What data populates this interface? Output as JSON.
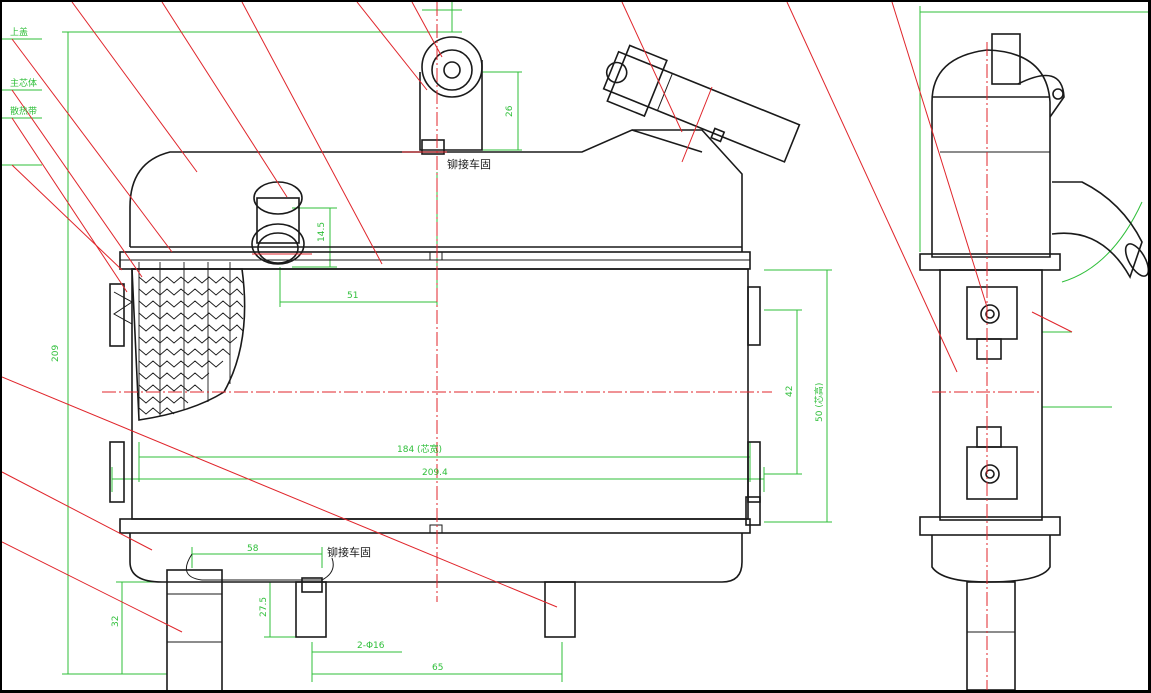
{
  "drawing": {
    "dimensions": {
      "overall_height": "209",
      "neck_height": "26",
      "pipe_height": "14.5",
      "pipe_offset": "51",
      "center_label": "184 (芯宽)",
      "core_width": "209.4",
      "side_height": "42",
      "side_height_2": "50 (芯高)",
      "bottom_width": "58",
      "bottom_pipe_height": "32",
      "small_pipe_height": "27.5",
      "small_pipe_diameter": "2-Φ16",
      "bottom_offset": "65"
    },
    "notes": {
      "weld_top": "铆接车固",
      "weld_bottom": "铆接车固"
    },
    "callout_labels": {
      "upper_1": "上盖",
      "upper_2": "主芯体",
      "upper_3": "散热带"
    }
  }
}
